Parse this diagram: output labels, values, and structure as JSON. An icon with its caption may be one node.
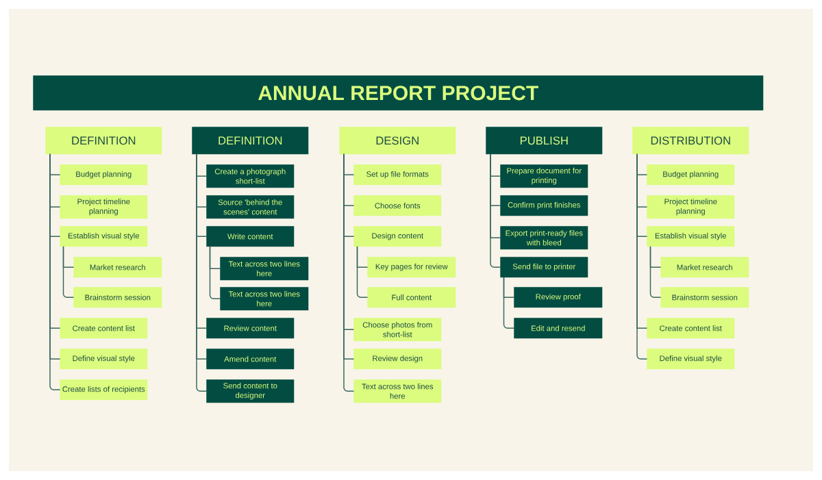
{
  "diagram": {
    "title": "ANNUAL REPORT PROJECT",
    "nodes": [
      {
        "text": [
          "DEFINITION"
        ]
      },
      {
        "text": [
          "Budget planning"
        ]
      },
      {
        "text": [
          "Project timeline planning"
        ]
      },
      {
        "text": [
          "Establish visual style"
        ]
      },
      {
        "text": [
          "Market research"
        ]
      },
      {
        "text": [
          "Brainstorm session"
        ]
      },
      {
        "text": [
          "Create content list"
        ]
      },
      {
        "text": [
          "Define visual style"
        ]
      },
      {
        "text": [
          "Create lists of recipients"
        ]
      },
      {
        "text": [
          "DEFINITION"
        ]
      },
      {
        "text": [
          "Create a photograph short-list"
        ]
      },
      {
        "text": [
          "Source 'behind the scenes' content"
        ]
      },
      {
        "text": [
          "Write content"
        ]
      },
      {
        "text": [
          "Text across two lines here"
        ]
      },
      {
        "text": [
          "Text across two lines here"
        ]
      },
      {
        "text": [
          "Review content"
        ]
      },
      {
        "text": [
          "Amend content"
        ]
      },
      {
        "text": [
          "Send content to designer"
        ]
      },
      {
        "text": [
          "DESIGN"
        ]
      },
      {
        "text": [
          "Set up file formats"
        ]
      },
      {
        "text": [
          "Choose fonts"
        ]
      },
      {
        "text": [
          "Design content"
        ]
      },
      {
        "text": [
          "Key pages for review"
        ]
      },
      {
        "text": [
          "Full content"
        ]
      },
      {
        "text": [
          "Choose photos from short-list"
        ]
      },
      {
        "text": [
          "Review design"
        ]
      },
      {
        "text": [
          "Text across two lines here"
        ]
      },
      {
        "text": [
          "PUBLISH"
        ]
      },
      {
        "text": [
          "Prepare document for printing"
        ]
      },
      {
        "text": [
          "Confirm print finishes"
        ]
      },
      {
        "text": [
          "Export print-ready files with bleed"
        ]
      },
      {
        "text": [
          "Send file to printer"
        ]
      },
      {
        "text": [
          "Review proof"
        ]
      },
      {
        "text": [
          "Edit and resend"
        ]
      },
      {
        "text": [
          "DISTRIBUTION"
        ]
      },
      {
        "text": [
          "Budget planning"
        ]
      },
      {
        "text": [
          "Project timeline planning"
        ]
      },
      {
        "text": [
          "Establish visual style"
        ]
      },
      {
        "text": [
          "Market research"
        ]
      },
      {
        "text": [
          "Brainstorm session"
        ]
      },
      {
        "text": [
          "Create content list"
        ]
      },
      {
        "text": [
          "Define visual style"
        ]
      }
    ],
    "edges": [
      {
        "from": 0,
        "to": 1,
        "arrow": "none"
      },
      {
        "from": 0,
        "to": 2,
        "arrow": "none"
      },
      {
        "from": 0,
        "to": 3,
        "arrow": "none"
      },
      {
        "from": 3,
        "to": 4,
        "arrow": "none"
      },
      {
        "from": 3,
        "to": 5,
        "arrow": "none"
      },
      {
        "from": 0,
        "to": 6,
        "arrow": "none"
      },
      {
        "from": 0,
        "to": 7,
        "arrow": "none"
      },
      {
        "from": 0,
        "to": 8,
        "arrow": "none"
      },
      {
        "from": 9,
        "to": 10,
        "arrow": "none"
      },
      {
        "from": 9,
        "to": 11,
        "arrow": "none"
      },
      {
        "from": 9,
        "to": 12,
        "arrow": "none"
      },
      {
        "from": 12,
        "to": 13,
        "arrow": "none"
      },
      {
        "from": 12,
        "to": 14,
        "arrow": "none"
      },
      {
        "from": 9,
        "to": 15,
        "arrow": "none"
      },
      {
        "from": 9,
        "to": 16,
        "arrow": "none"
      },
      {
        "from": 9,
        "to": 17,
        "arrow": "none"
      },
      {
        "from": 18,
        "to": 19,
        "arrow": "none"
      },
      {
        "from": 18,
        "to": 20,
        "arrow": "none"
      },
      {
        "from": 18,
        "to": 21,
        "arrow": "none"
      },
      {
        "from": 21,
        "to": 22,
        "arrow": "none"
      },
      {
        "from": 21,
        "to": 23,
        "arrow": "none"
      },
      {
        "from": 18,
        "to": 24,
        "arrow": "none"
      },
      {
        "from": 18,
        "to": 25,
        "arrow": "none"
      },
      {
        "from": 18,
        "to": 26,
        "arrow": "none"
      },
      {
        "from": 27,
        "to": 28,
        "arrow": "none"
      },
      {
        "from": 27,
        "to": 29,
        "arrow": "none"
      },
      {
        "from": 27,
        "to": 30,
        "arrow": "none"
      },
      {
        "from": 27,
        "to": 31,
        "arrow": "none"
      },
      {
        "from": 31,
        "to": 32,
        "arrow": "none"
      },
      {
        "from": 31,
        "to": 33,
        "arrow": "none"
      },
      {
        "from": 34,
        "to": 35,
        "arrow": "none"
      },
      {
        "from": 34,
        "to": 36,
        "arrow": "none"
      },
      {
        "from": 34,
        "to": 37,
        "arrow": "none"
      },
      {
        "from": 37,
        "to": 38,
        "arrow": "none"
      },
      {
        "from": 37,
        "to": 39,
        "arrow": "none"
      },
      {
        "from": 34,
        "to": 40,
        "arrow": "none"
      },
      {
        "from": 34,
        "to": 41,
        "arrow": "none"
      }
    ]
  }
}
